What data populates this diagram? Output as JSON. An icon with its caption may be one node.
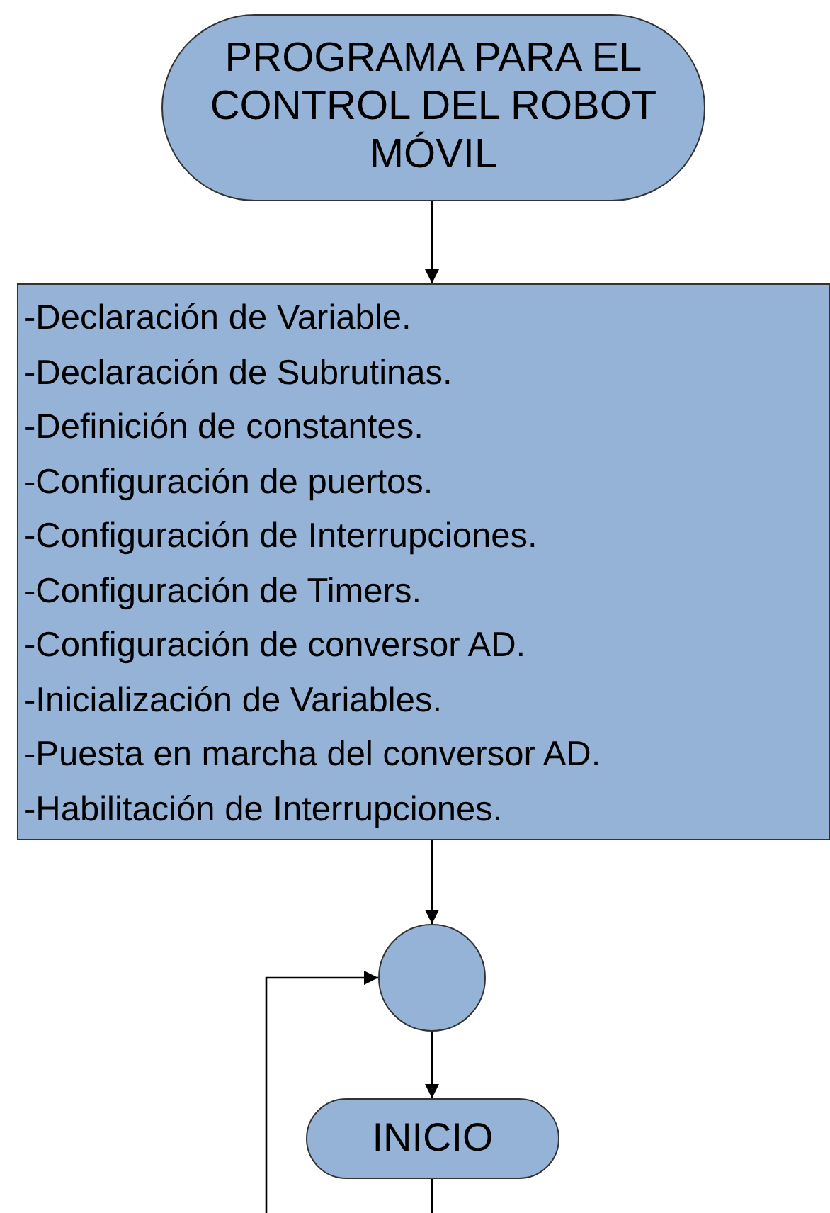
{
  "diagram": {
    "nodes": [
      {
        "text": [
          "PROGRAMA PARA EL CONTROL DEL ROBOT MÓVIL"
        ]
      },
      {
        "text": [
          "-Declaración de Variable.",
          "-Declaración de Subrutinas.",
          "-Definición de constantes.",
          "-Configuración de puertos.",
          "-Configuración de Interrupciones.",
          "-Configuración de Timers.",
          "-Configuración de conversor AD.",
          "-Inicialización de Variables.",
          "-Puesta en marcha del conversor AD.",
          "-Habilitación de Interrupciones."
        ]
      },
      {
        "text": [],
        "shape": "circle"
      },
      {
        "text": [
          "INICIO"
        ]
      }
    ],
    "edges": [
      {
        "from": 0,
        "to": 1,
        "arrow": "to"
      },
      {
        "from": 1,
        "to": 2,
        "arrow": "to"
      },
      {
        "from": 2,
        "to": 3,
        "arrow": "to"
      },
      {
        "from": 3,
        "to": null,
        "arrow": "none"
      },
      {
        "from": null,
        "to": 2,
        "arrow": "to"
      }
    ]
  }
}
